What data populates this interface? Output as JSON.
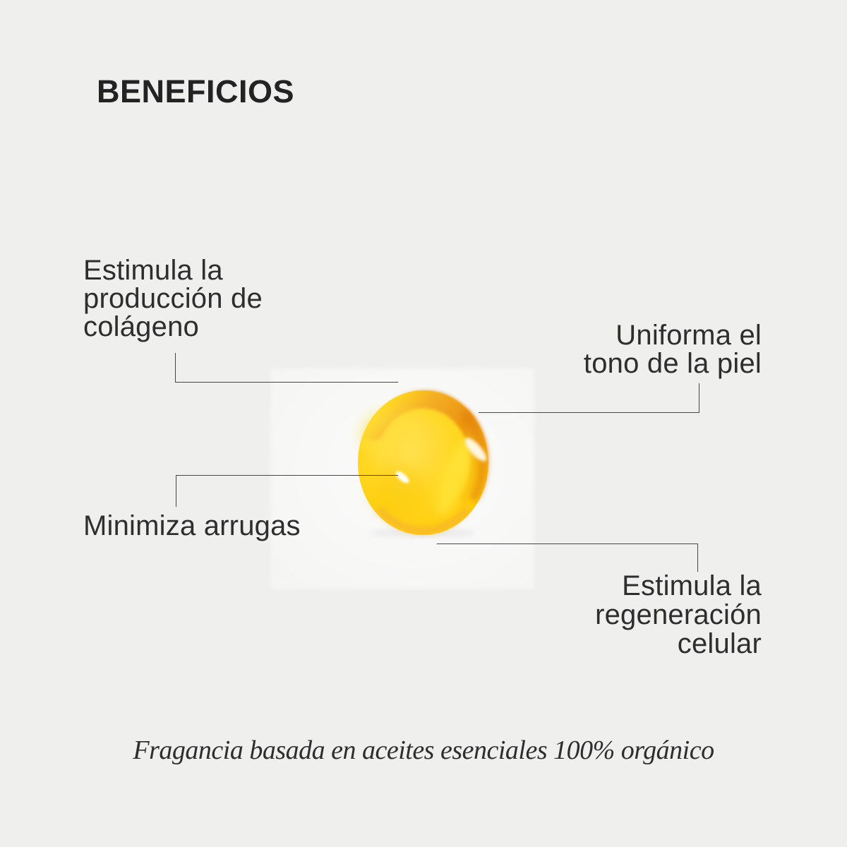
{
  "page": {
    "title": "BENEFICIOS",
    "footnote": "Fragancia basada en aceites esenciales 100% orgánico",
    "background_color": "#EFEFED",
    "text_color": "#2E2E2E",
    "line_color": "#474747"
  },
  "benefits": {
    "collagen": "Estimula la\nproducción de\ncolágeno",
    "skin_tone": "Uniforma el\ntono de la piel",
    "wrinkles": "Minimiza arrugas",
    "regeneration": "Estimula la\nregeneración\ncelular"
  },
  "product_image": {
    "name": "golden-serum-drop",
    "colors": {
      "body_light": "#FFE052",
      "body": "#FFD722",
      "body_deep": "#F9C406",
      "rim_orange": "#F0A026",
      "rim_deep_orange": "#E8890F",
      "bottom_orange": "#F1A243",
      "highlight": "#FFFBEA",
      "highlight_small": "#FFFEF6"
    }
  }
}
